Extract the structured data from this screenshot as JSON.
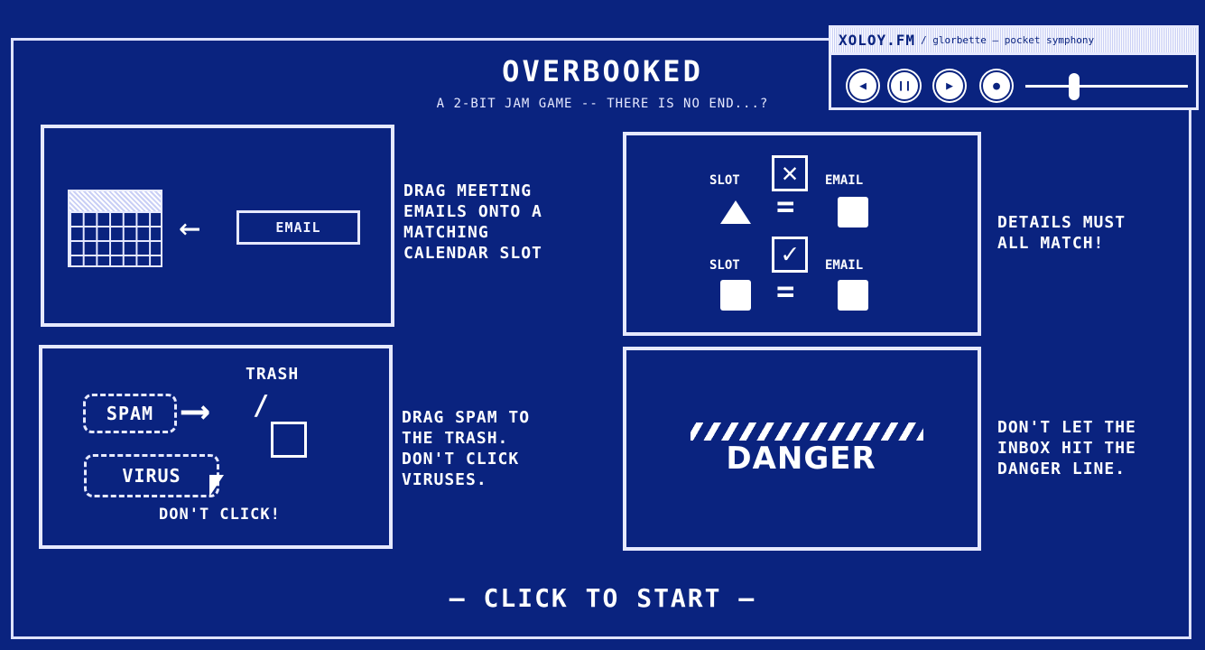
{
  "game": {
    "title": "OVERBOOKED",
    "subtitle": "A 2-BIT JAM GAME  --  THERE IS NO END...?",
    "start_prompt": "— CLICK TO START —"
  },
  "panels": {
    "calendar": {
      "email_label": "EMAIL",
      "instruction": "DRAG MEETING\nEMAILS ONTO A\nMATCHING\nCALENDAR SLOT"
    },
    "details": {
      "slot_label": "SLOT",
      "email_label": "EMAIL",
      "instruction": "DETAILS MUST\nALL MATCH!"
    },
    "spam": {
      "trash_label": "TRASH",
      "spam_label": "SPAM",
      "virus_label": "VIRUS",
      "warning": "DON'T CLICK!",
      "instruction": "DRAG SPAM TO\nTHE TRASH.\nDON'T CLICK\nVIRUSES."
    },
    "danger": {
      "label": "DANGER",
      "instruction": "DON'T LET THE\nINBOX HIT THE\nDANGER LINE."
    }
  },
  "player": {
    "brand": "XOLOY.FM",
    "track": "/ glorbette – pocket symphony",
    "volume": 0.3
  },
  "colors": {
    "background": "#0a237f",
    "foreground": "#ffffff"
  }
}
